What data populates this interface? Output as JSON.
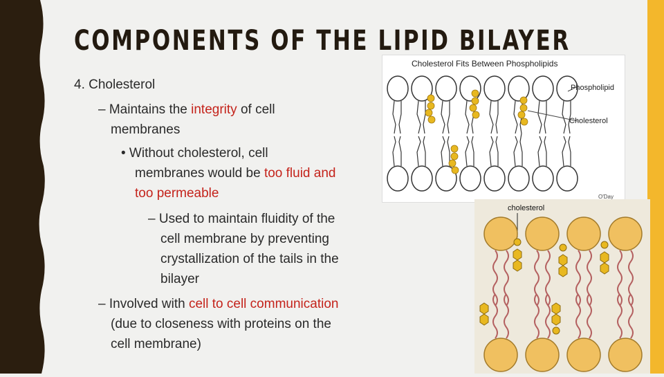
{
  "slide": {
    "title": "COMPONENTS OF THE LIPID BILAYER",
    "heading": "4. Cholesterol",
    "b1": {
      "a": "– Maintains the ",
      "b": "integrity",
      "c": " of cell",
      "line2": "membranes"
    },
    "b2": {
      "a": "• Without cholesterol, cell",
      "line2": "membranes would be ",
      "red1": "too fluid and",
      "red2": "too permeable"
    },
    "b3": [
      "– Used to maintain fluidity of the",
      "cell membrane by preventing",
      "crystallization of the tails in the",
      "bilayer"
    ],
    "b4": {
      "a": "– Involved with ",
      "red": "cell to cell communication",
      "line2": "(due to closeness with proteins on the",
      "line3": "cell membrane)"
    }
  },
  "figure1": {
    "caption": "Cholesterol Fits Between Phospholipids",
    "label_phospholipid": "Phospholipid",
    "label_cholesterol": "Cholesterol",
    "credit": "O'Day"
  },
  "figure2": {
    "label": "cholesterol"
  },
  "colors": {
    "accent_red": "#c4231b",
    "band_dark": "#2b1e0f",
    "band_gold": "#f3b72c",
    "cholesterol": "#e8b820",
    "head": "#f0c060"
  }
}
